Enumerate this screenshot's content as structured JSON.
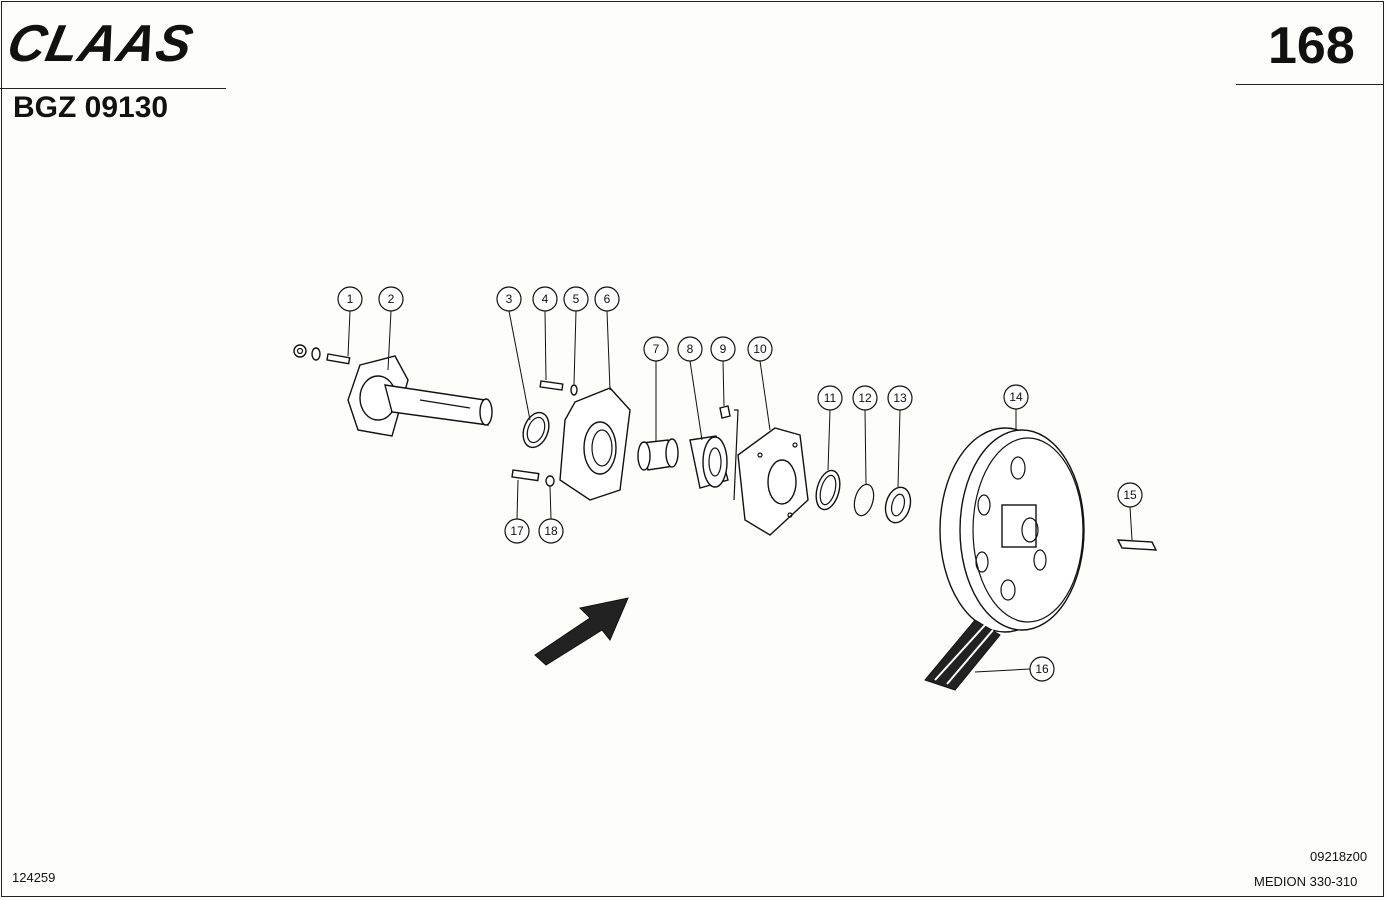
{
  "header": {
    "brand_logo": "CLAAS",
    "doc_code": "BGZ 09130",
    "page_number": "168"
  },
  "footer": {
    "ref_left": "124259",
    "ref_right": "09218z00",
    "model": "MEDION 330-310"
  },
  "callouts": [
    "1",
    "2",
    "3",
    "4",
    "5",
    "6",
    "7",
    "8",
    "9",
    "10",
    "11",
    "12",
    "13",
    "14",
    "15",
    "16",
    "17",
    "18"
  ]
}
